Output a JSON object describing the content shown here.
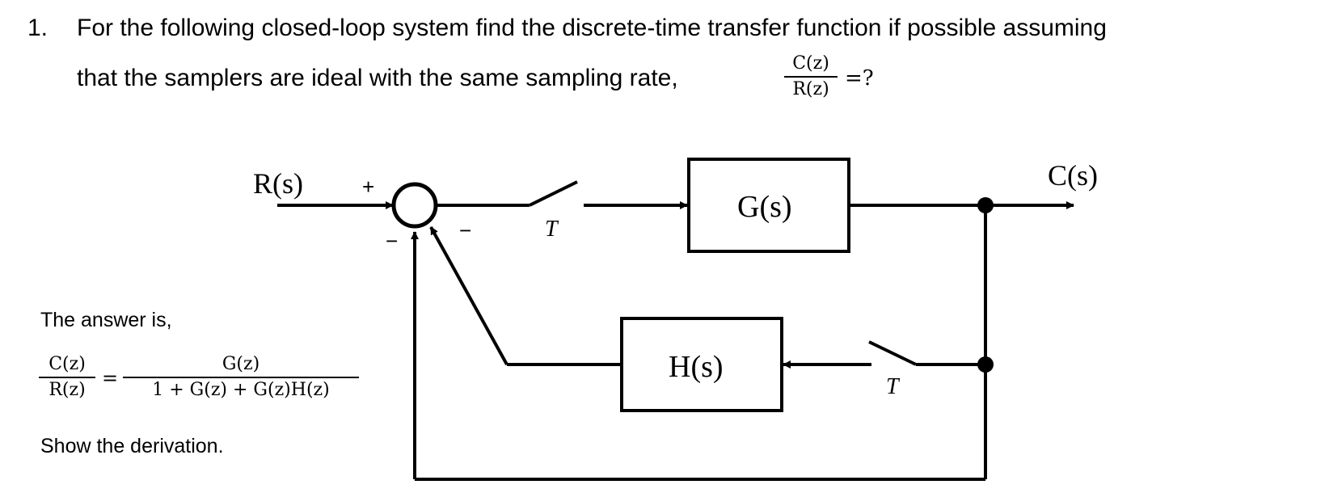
{
  "question": {
    "number": "1.",
    "line1": "For the following closed-loop system find the discrete-time transfer function if possible assuming",
    "line2": "that the samplers are ideal with the same sampling rate,",
    "fraction_numerator": "C(z)",
    "fraction_denominator": "R(z)",
    "suffix": "=?"
  },
  "diagram": {
    "input_label": "R(s)",
    "output_label": "C(s)",
    "forward_block": "G(s)",
    "feedback_block": "H(s)",
    "forward_sampler": "T",
    "feedback_sampler": "T",
    "plus_sign": "+",
    "minus_sign_bottom": "−",
    "minus_sign_diagonal": "−"
  },
  "answer": {
    "label": "The answer is,",
    "lhs_numerator": "C(z)",
    "lhs_denominator": "R(z)",
    "equals": "=",
    "rhs_numerator": "G(z)",
    "rhs_denominator": "1 + G(z) + G(z)H(z)",
    "instruction": "Show the derivation."
  }
}
